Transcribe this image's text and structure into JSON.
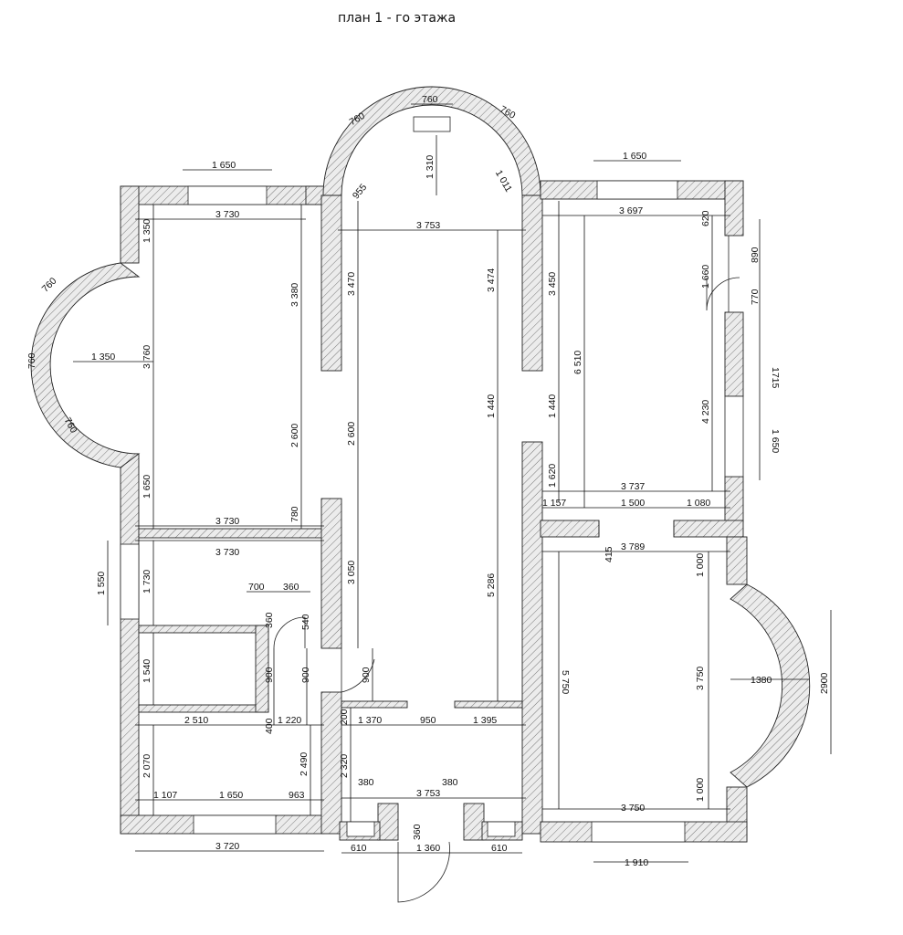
{
  "title": "план 1 - го этажа",
  "dimensions": {
    "top_arc_760": "760",
    "top_arc_760_left": "760",
    "top_arc_760_right": "760",
    "top_arc_1310": "1 310",
    "top_arc_955": "955",
    "top_arc_1011": "1 011",
    "left_window_1650": "1 650",
    "right_window_1650": "1 650",
    "room1_width_3730": "3 730",
    "corridor_width_3753": "3 753",
    "room3_width_3697": "3 697",
    "d_620_top": "620",
    "d_890": "890",
    "d_1660": "1 660",
    "d_770": "770",
    "d_1715": "1715",
    "d_1650_right": "1 650",
    "d_4230": "4 230",
    "d_6510": "6 510",
    "d_3450": "3 450",
    "d_1440_right": "1 440",
    "d_1620": "1 620",
    "d_3737": "3 737",
    "d_1157": "1 157",
    "d_1500": "1 500",
    "d_1080": "1 080",
    "d_3474": "3 474",
    "d_1440_mid": "1 440",
    "d_5286": "5 286",
    "d_3470": "3 470",
    "d_2600_mid": "2 600",
    "d_3050": "3 050",
    "d_900_corridor": "900",
    "d_3380": "3 380",
    "d_2600_room1": "2 600",
    "d_780": "780",
    "d_1350_top": "1 350",
    "d_3760": "3 760",
    "d_1650_left": "1 650",
    "d_760_bay_a": "760",
    "d_760_bay_b": "760",
    "d_760_bay_c": "760",
    "d_1350_bay": "1 350",
    "d_3730_b": "3 730",
    "d_3730_c": "3 730",
    "d_1550": "1 550",
    "d_1730": "1 730",
    "d_700": "700",
    "d_360_top": "360",
    "d_360_side": "360",
    "d_540": "540",
    "d_900_a": "900",
    "d_900_b": "900",
    "d_1540": "1 540",
    "d_2510": "2 510",
    "d_400": "400",
    "d_1220": "1 220",
    "d_2070": "2 070",
    "d_2490": "2 490",
    "d_1107": "1 107",
    "d_1650_bottom": "1 650",
    "d_963": "963",
    "d_3720": "3 720",
    "d_200": "200",
    "d_1370": "1 370",
    "d_950": "950",
    "d_1395": "1 395",
    "d_2320": "2 320",
    "d_380_left": "380",
    "d_380_right": "380",
    "d_3753_hall": "3 753",
    "d_360_porch": "360",
    "d_610_left": "610",
    "d_1360": "1 360",
    "d_610_right": "610",
    "d_415": "415",
    "d_3789": "3 789",
    "d_1000_top": "1 000",
    "d_3750_v": "3 750",
    "d_1000_bottom": "1 000",
    "d_5750": "5 750",
    "d_1380": "1380",
    "d_2900": "2900",
    "d_3750_h": "3 750",
    "d_1910": "1 910"
  }
}
